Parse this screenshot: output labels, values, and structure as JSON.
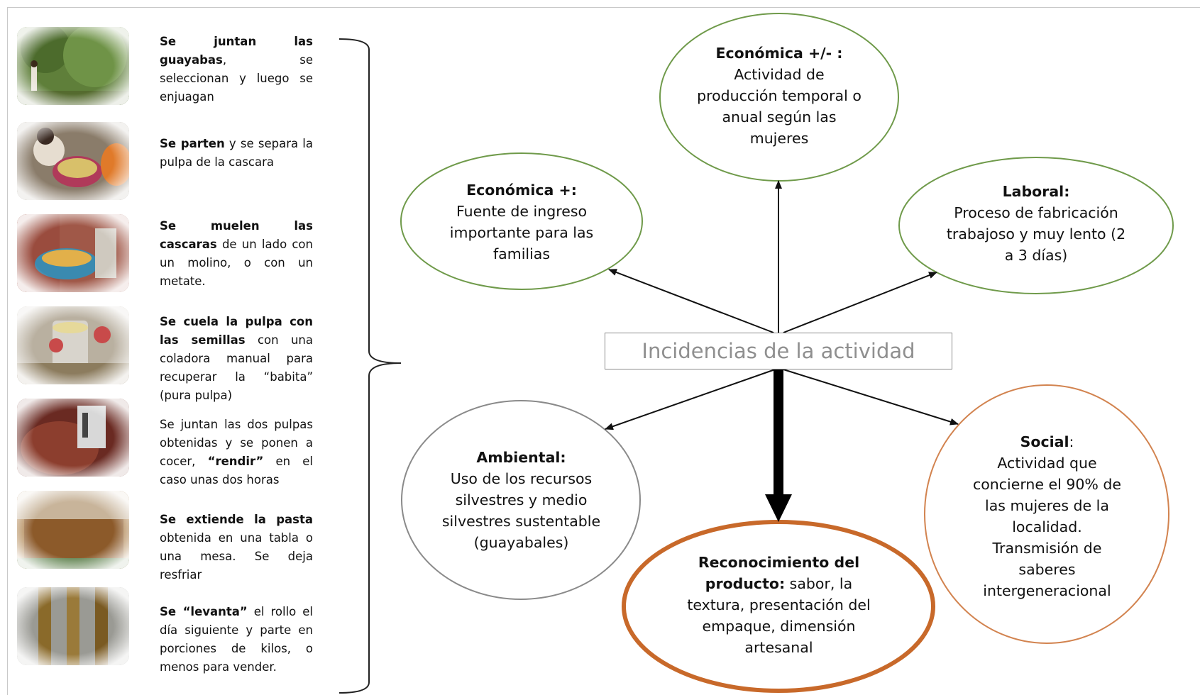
{
  "steps": [
    {
      "bold": "Se juntan las guayabas",
      "text": ", se seleccionan y luego se enjuagan"
    },
    {
      "bold": "Se parten",
      "text": " y se separa la pulpa de la cascara"
    },
    {
      "bold": "Se muelen las cascaras",
      "text": " de un lado con un molino, o con un metate."
    },
    {
      "bold": "Se cuela la pulpa con las semillas",
      "text": " con una coladora manual para recuperar la “babita” (pura pulpa)"
    },
    {
      "pre": "Se juntan las dos pulpas obtenidas y se ponen a cocer, ",
      "bold": "“rendir”",
      "text": " en el caso unas dos horas"
    },
    {
      "bold": "Se extiende la pasta",
      "text": " obtenida en una tabla o una mesa. Se deja resfriar"
    },
    {
      "bold": "Se “levanta”",
      "text": " el rollo el día siguiente y parte en porciones de kilos, o menos para vender."
    }
  ],
  "center_label": "Incidencias de la actividad",
  "bubbles": {
    "eco_pm": {
      "title": "Económica +/- :",
      "body": "Actividad de producción temporal o anual según las mujeres",
      "color": "#6f9a4a"
    },
    "eco_p": {
      "title": "Económica +:",
      "body": "Fuente de ingreso importante para las familias",
      "color": "#6f9a4a"
    },
    "laboral": {
      "title": "Laboral:",
      "body": "Proceso de fabricación trabajoso y muy lento (2 a 3 días)",
      "color": "#6f9a4a"
    },
    "ambiental": {
      "title": "Ambiental:",
      "body": "Uso de los recursos silvestres y medio silvestres sustentable (guayabales)",
      "color": "#8a8a8a"
    },
    "reconocimiento": {
      "title": "Reconocimiento del producto:",
      "body": " sabor, la textura, presentación del empaque, dimensión artesanal",
      "color": "#c8692a"
    },
    "social": {
      "title": "Social",
      "title_suffix": ":",
      "body": "Actividad que concierne el 90% de las mujeres de la localidad. Transmisión de saberes intergeneracional",
      "color": "#d2834f"
    }
  },
  "icons": [
    "guava-picking-photo",
    "guava-cutting-photo",
    "grinding-photo",
    "straining-photo",
    "cooking-photo",
    "spreading-paste-photo",
    "rolls-photo"
  ]
}
